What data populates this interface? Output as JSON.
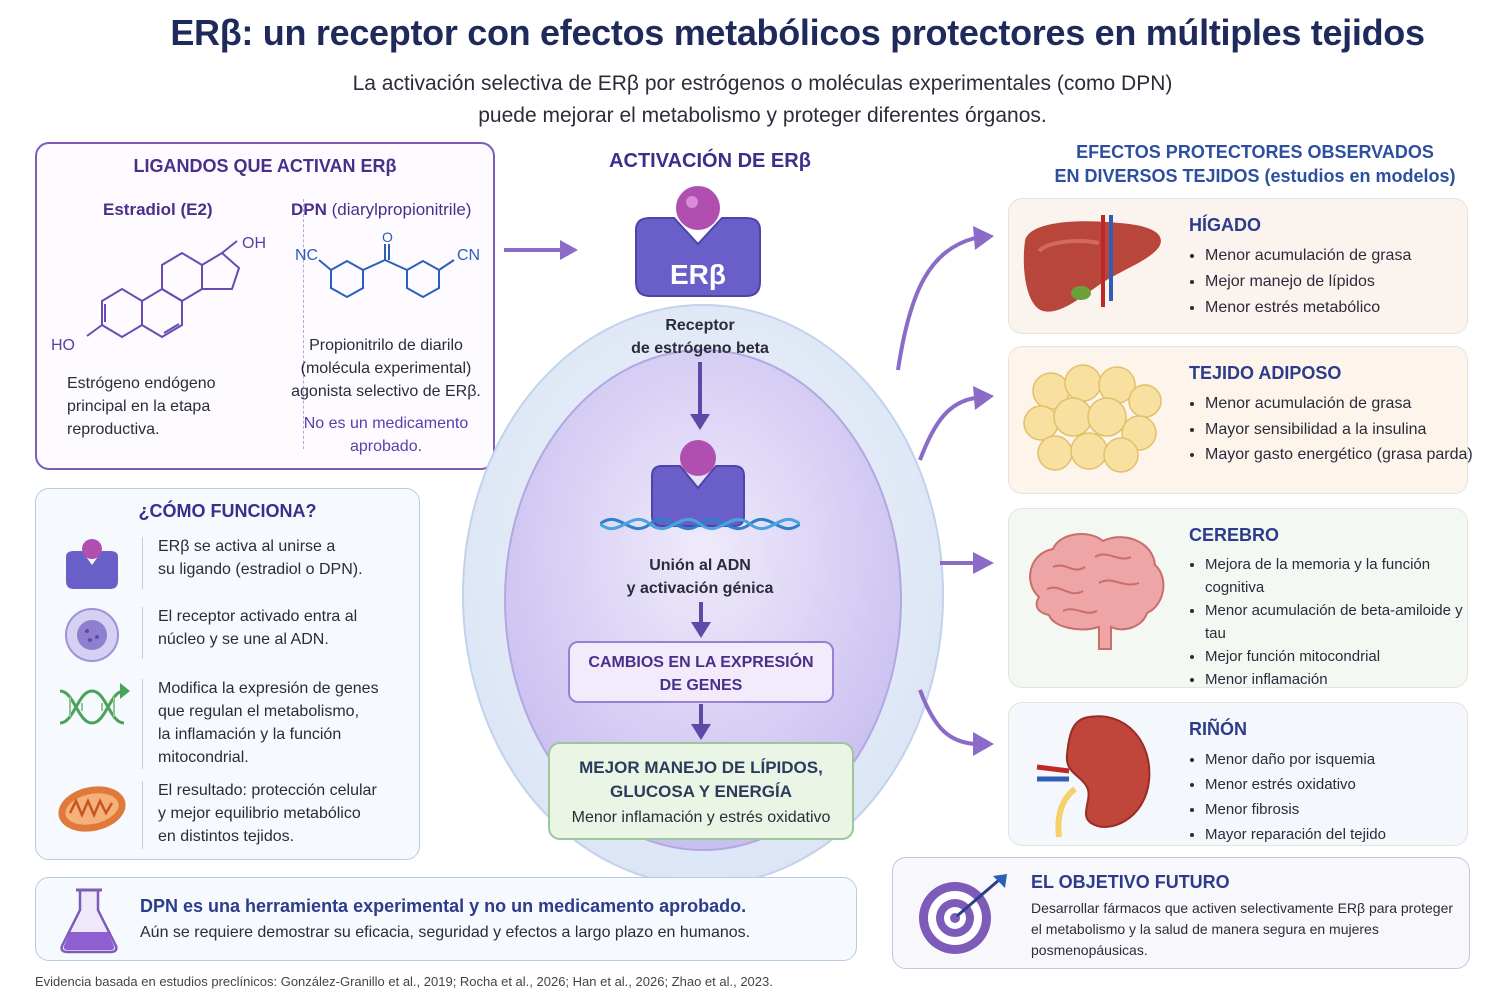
{
  "header": {
    "title": "ERβ: un receptor con efectos metabólicos protectores en múltiples tejidos",
    "subtitle_line1": "La activación selectiva de ERβ por estrógenos o moléculas experimentales (como DPN)",
    "subtitle_line2": "puede mejorar el metabolismo y proteger diferentes órganos."
  },
  "ligands": {
    "title": "LIGANDOS QUE ACTIVAN ERβ",
    "estradiol": {
      "name": "Estradiol (E2)",
      "labels": {
        "oh_top": "OH",
        "ho_left": "HO"
      },
      "description": [
        "Estrógeno endógeno",
        "principal en la etapa",
        "reproductiva."
      ]
    },
    "dpn": {
      "name": "DPN",
      "name_detail": "(diarylpropionitrile)",
      "labels": {
        "nc_left": "NC",
        "o_top": "O",
        "cn_right": "CN"
      },
      "description": [
        "Propionitrilo de diarilo",
        "(molécula experimental)",
        "agonista selectivo de ERβ."
      ],
      "note": [
        "No es un medicamento",
        "aprobado."
      ]
    }
  },
  "how": {
    "title": "¿CÓMO FUNCIONA?",
    "steps": [
      {
        "icon": "receptor-icon",
        "text": [
          "ERβ se activa al unirse a",
          "su ligando (estradiol o DPN)."
        ]
      },
      {
        "icon": "cell-nucleus-icon",
        "text": [
          "El receptor activado entra al",
          "núcleo y se une al ADN."
        ]
      },
      {
        "icon": "dna-icon",
        "text": [
          "Modifica la expresión de genes",
          "que regulan el metabolismo,",
          "la inflamación y la función",
          "mitocondrial."
        ]
      },
      {
        "icon": "mitochondria-icon",
        "text": [
          "El resultado: protección celular",
          "y mejor equilibrio metabólico",
          "en distintos tejidos."
        ]
      }
    ]
  },
  "center": {
    "title": "ACTIVACIÓN DE ERβ",
    "receptor_label": "ERβ",
    "receptor_caption": [
      "Receptor",
      "de estrógeno beta"
    ],
    "dna_caption": [
      "Unión al ADN",
      "y activación génica"
    ],
    "genes_box": [
      "CAMBIOS EN LA EXPRESIÓN",
      "DE GENES"
    ],
    "better_box": {
      "title": [
        "MEJOR MANEJO DE LÍPIDOS,",
        "GLUCOSA Y ENERGÍA"
      ],
      "sub": "Menor inflamación y estrés oxidativo"
    }
  },
  "effects": {
    "title_line1": "EFECTOS PROTECTORES OBSERVADOS",
    "title_line2": "EN DIVERSOS TEJIDOS",
    "title_line2_note": "(estudios en modelos)",
    "organs": [
      {
        "name": "HÍGADO",
        "icon": "liver-icon",
        "items": [
          "Menor acumulación de grasa",
          "Mejor manejo de lípidos",
          "Menor estrés metabólico"
        ]
      },
      {
        "name": "TEJIDO ADIPOSO",
        "icon": "adipose-icon",
        "items": [
          "Menor acumulación de grasa",
          "Mayor sensibilidad a la insulina",
          "Mayor gasto energético (grasa parda)"
        ]
      },
      {
        "name": "CEREBRO",
        "icon": "brain-icon",
        "items": [
          "Mejora de la memoria y la función cognitiva",
          "Menor acumulación de beta-amiloide y tau",
          "Mejor función mitocondrial",
          "Menor inflamación"
        ]
      },
      {
        "name": "RIÑÓN",
        "icon": "kidney-icon",
        "items": [
          "Menor daño por isquemia",
          "Menor estrés oxidativo",
          "Menor fibrosis",
          "Mayor reparación del tejido"
        ]
      }
    ]
  },
  "dpn_note": {
    "title": "DPN es una herramienta experimental y no un medicamento aprobado.",
    "text": "Aún se requiere demostrar su eficacia, seguridad y efectos a largo plazo en humanos."
  },
  "goal": {
    "title": "EL OBJETIVO FUTURO",
    "text": "Desarrollar fármacos que activen selectivamente ERβ para proteger el metabolismo y la salud de manera segura en mujeres posmenopáusicas."
  },
  "footer": "Evidencia basada en estudios preclínicos: González-Granillo et al., 2019; Rocha et al., 2026; Han et al., 2026; Zhao et al., 2023.",
  "colors": {
    "primary": "#3a2f8a",
    "accent_purple": "#7d5bb8",
    "receptor": "#6a5fc8",
    "ligand": "#b04fb0"
  }
}
